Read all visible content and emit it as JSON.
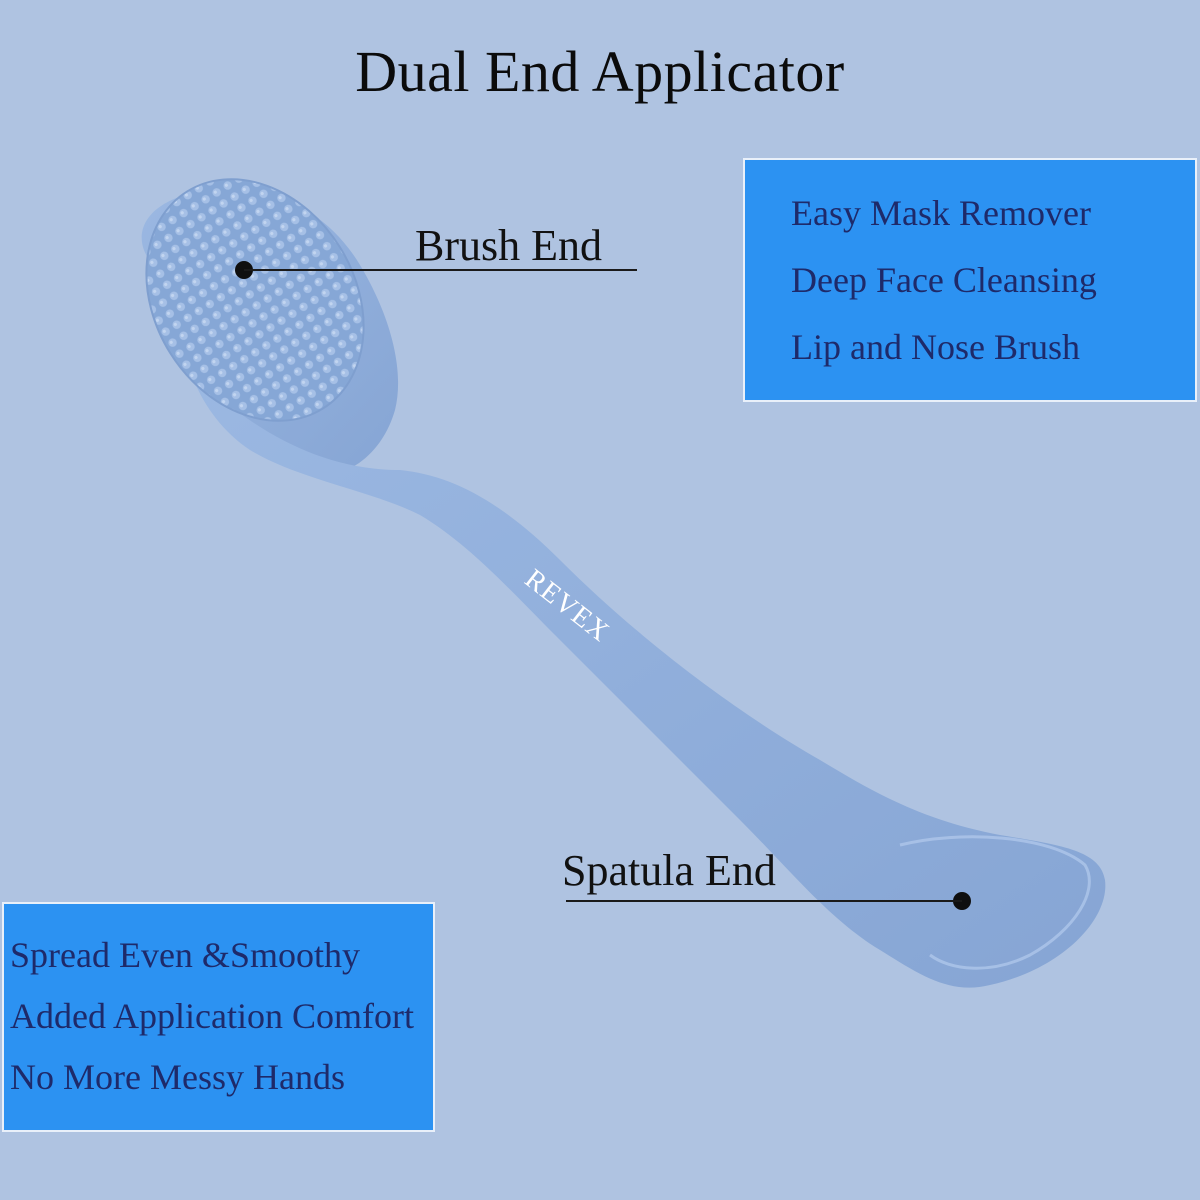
{
  "title": "Dual End Applicator",
  "brand_mark": "REVEX",
  "callouts": {
    "brush_end": "Brush End",
    "spatula_end": "Spatula End"
  },
  "feature_boxes": {
    "top": {
      "items": [
        "Easy Mask Remover",
        "Deep Face Cleansing",
        "Lip and Nose Brush"
      ]
    },
    "bottom": {
      "items": [
        "Spread Even &Smoothy",
        "Added Application Comfort",
        "No More Messy Hands"
      ]
    }
  },
  "colors": {
    "background": "#afc3e1",
    "product": "#8faedb",
    "feature_box": "#2c92f2",
    "feature_text": "#1e2a6a"
  }
}
